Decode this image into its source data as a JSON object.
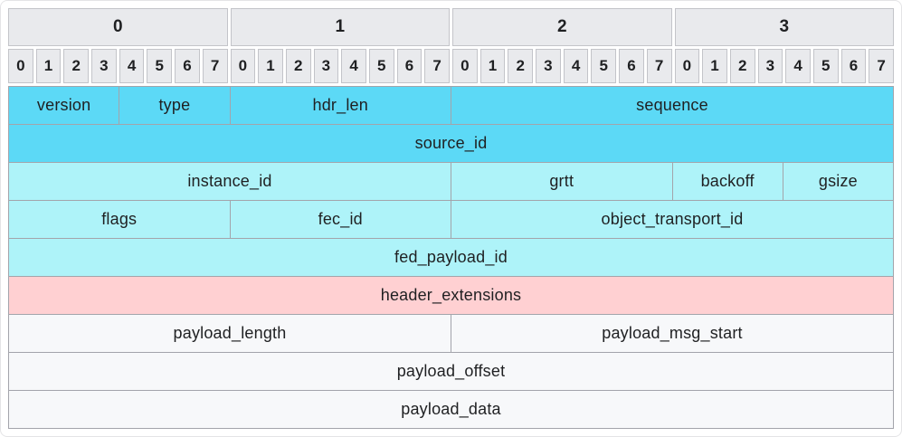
{
  "diagram": {
    "byte_labels": [
      "0",
      "1",
      "2",
      "3"
    ],
    "bit_labels": [
      "0",
      "1",
      "2",
      "3",
      "4",
      "5",
      "6",
      "7",
      "0",
      "1",
      "2",
      "3",
      "4",
      "5",
      "6",
      "7",
      "0",
      "1",
      "2",
      "3",
      "4",
      "5",
      "6",
      "7",
      "0",
      "1",
      "2",
      "3",
      "4",
      "5",
      "6",
      "7"
    ],
    "rows": [
      {
        "fields": [
          {
            "label": "version",
            "bits": 4,
            "color": "cyan_dark"
          },
          {
            "label": "type",
            "bits": 4,
            "color": "cyan_dark"
          },
          {
            "label": "hdr_len",
            "bits": 8,
            "color": "cyan_dark"
          },
          {
            "label": "sequence",
            "bits": 16,
            "color": "cyan_dark"
          }
        ]
      },
      {
        "fields": [
          {
            "label": "source_id",
            "bits": 32,
            "color": "cyan_dark"
          }
        ]
      },
      {
        "fields": [
          {
            "label": "instance_id",
            "bits": 16,
            "color": "cyan_light"
          },
          {
            "label": "grtt",
            "bits": 8,
            "color": "cyan_light"
          },
          {
            "label": "backoff",
            "bits": 4,
            "color": "cyan_light"
          },
          {
            "label": "gsize",
            "bits": 4,
            "color": "cyan_light"
          }
        ]
      },
      {
        "fields": [
          {
            "label": "flags",
            "bits": 8,
            "color": "cyan_light"
          },
          {
            "label": "fec_id",
            "bits": 8,
            "color": "cyan_light"
          },
          {
            "label": "object_transport_id",
            "bits": 16,
            "color": "cyan_light"
          }
        ]
      },
      {
        "fields": [
          {
            "label": "fed_payload_id",
            "bits": 32,
            "color": "cyan_light"
          }
        ]
      },
      {
        "fields": [
          {
            "label": "header_extensions",
            "bits": 32,
            "color": "pink"
          }
        ]
      },
      {
        "fields": [
          {
            "label": "payload_length",
            "bits": 16,
            "color": "plain"
          },
          {
            "label": "payload_msg_start",
            "bits": 16,
            "color": "plain"
          }
        ]
      },
      {
        "fields": [
          {
            "label": "payload_offset",
            "bits": 32,
            "color": "plain"
          }
        ]
      },
      {
        "fields": [
          {
            "label": "payload_data",
            "bits": 32,
            "color": "plain"
          }
        ]
      }
    ],
    "colors": {
      "cyan_dark": "#5cd9f6",
      "cyan_light": "#aef3f9",
      "pink": "#ffd0d2",
      "plain": "#f7f8fa",
      "header_bg": "#e9eaed",
      "header_border": "#c3c4c9",
      "grid_line": "#a3a4ab",
      "text": "#1f2022"
    }
  }
}
